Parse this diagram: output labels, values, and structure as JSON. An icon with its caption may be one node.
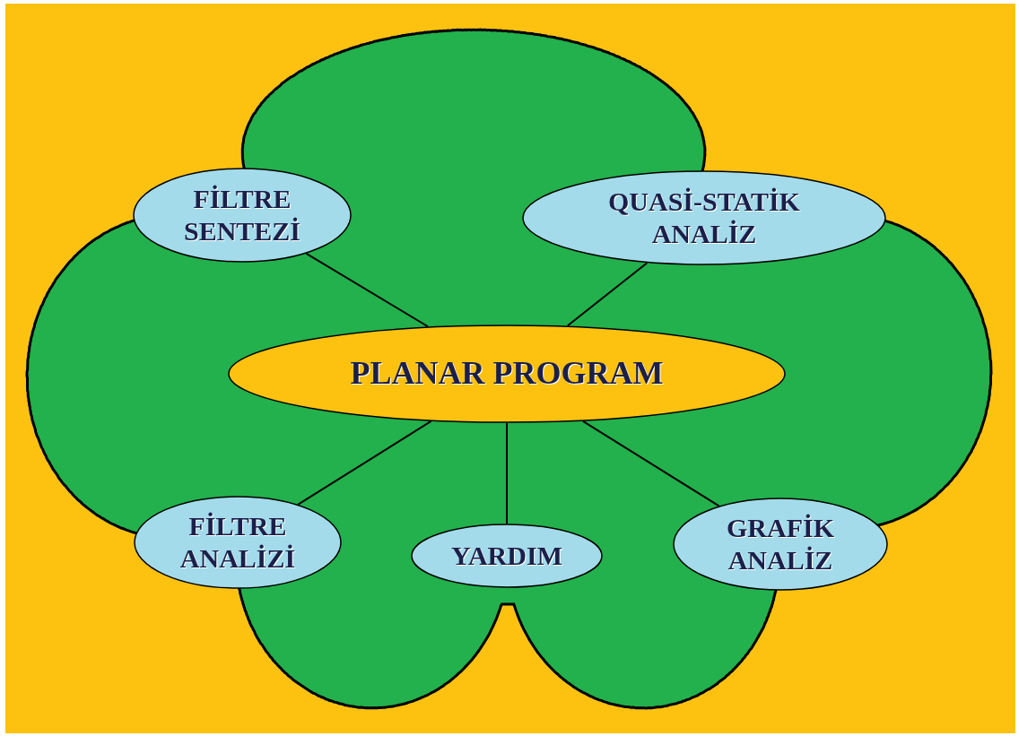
{
  "diagram": {
    "nodes": [
      {
        "text": [
          "FİLTRE SENTEZİ"
        ]
      },
      {
        "text": [
          "QUASİ-STATİK ANALİZ"
        ]
      },
      {
        "text": [
          "PLANAR PROGRAM"
        ]
      },
      {
        "text": [
          "FİLTRE ANALİZİ"
        ]
      },
      {
        "text": [
          "YARDIM"
        ]
      },
      {
        "text": [
          "GRAFİK ANALİZ"
        ]
      }
    ],
    "edges": [
      {
        "from": 2,
        "to": 0,
        "arrow": "none"
      },
      {
        "from": 2,
        "to": 1,
        "arrow": "none"
      },
      {
        "from": 2,
        "to": 3,
        "arrow": "none"
      },
      {
        "from": 2,
        "to": 4,
        "arrow": "none"
      },
      {
        "from": 2,
        "to": 5,
        "arrow": "none"
      }
    ]
  }
}
